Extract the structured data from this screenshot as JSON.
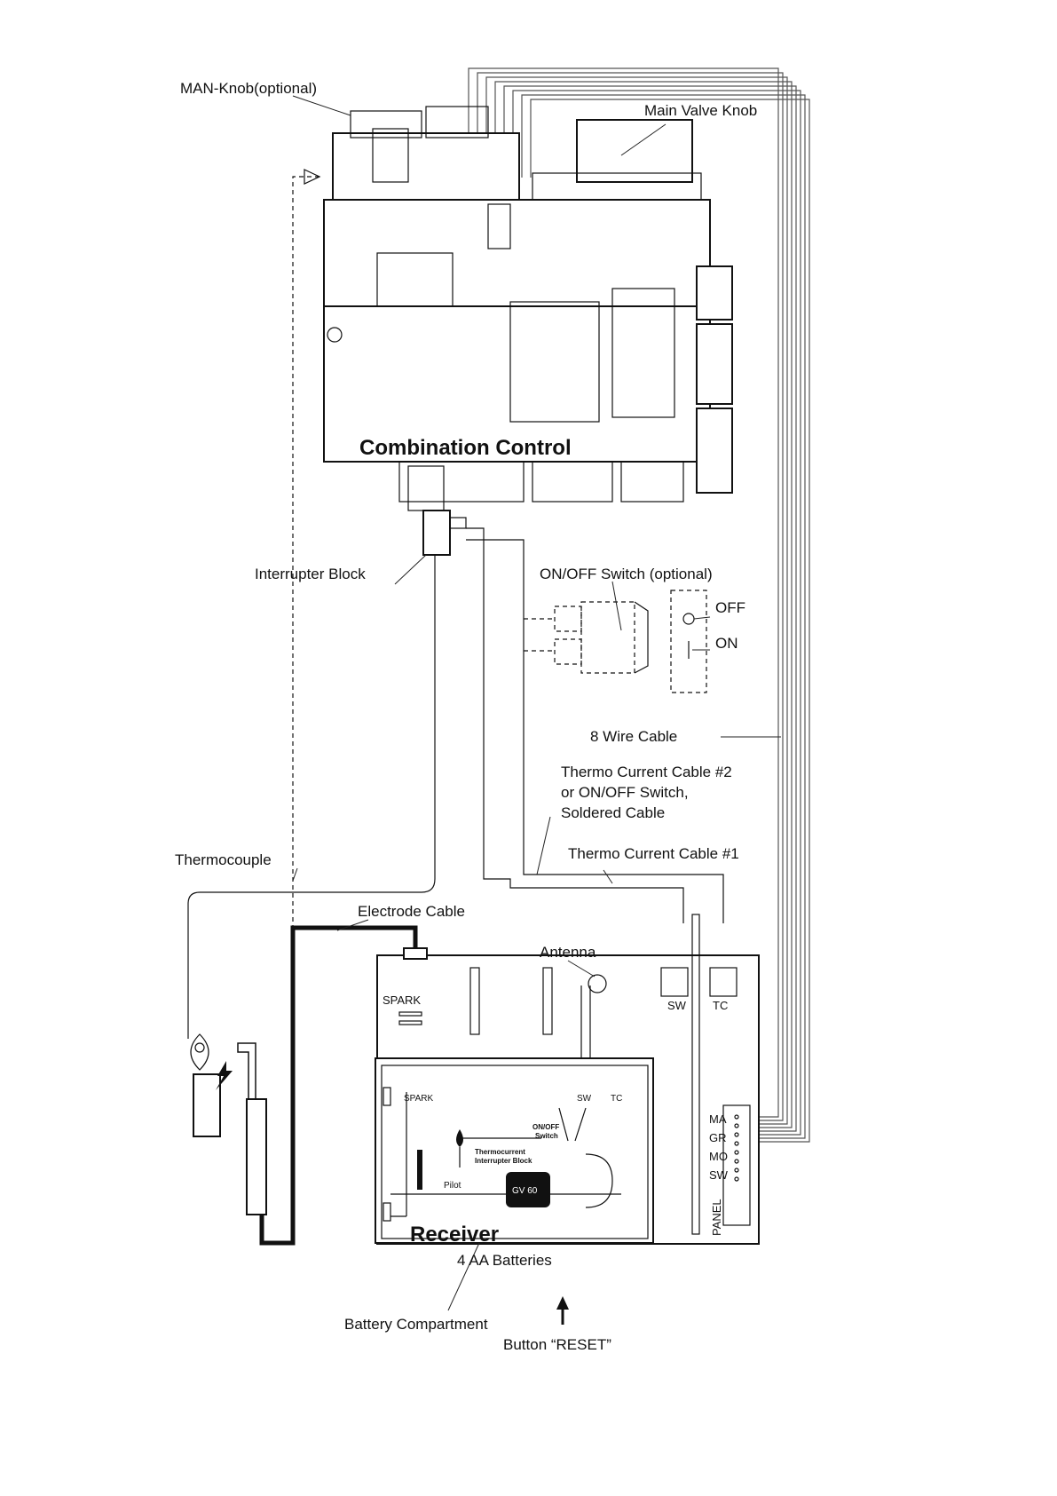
{
  "labels": {
    "man_knob": "MAN-Knob(optional)",
    "main_valve_knob": "Main Valve Knob",
    "combination_control": "Combination Control",
    "interrupter_block": "Interrupter Block",
    "on_off_switch": "ON/OFF Switch (optional)",
    "off": "OFF",
    "on": "ON",
    "eight_wire_cable": "8  Wire Cable",
    "thermo_cable_2_line1": "Thermo Current Cable #2",
    "thermo_cable_2_line2": "or ON/OFF Switch,",
    "thermo_cable_2_line3": "Soldered Cable",
    "thermo_cable_1": "Thermo Current Cable #1",
    "thermocouple": "Thermocouple",
    "electrode_cable": "Electrode Cable",
    "antenna": "Antenna",
    "spark_board": "SPARK",
    "sw_board": "SW",
    "tc_board": "TC",
    "terminal_ma": "MA",
    "terminal_gr": "GR",
    "terminal_mo": "MO",
    "terminal_sw": "SW",
    "panel": "PANEL",
    "receiver": "Receiver",
    "batteries": "4 AA Batteries",
    "battery_compartment": "Battery Compartment",
    "button_reset": "Button “RESET”",
    "inner_spark": "SPARK",
    "inner_sw": "SW",
    "inner_tc": "TC",
    "inner_switch_1": "ON/OFF",
    "inner_switch_2": "Switch",
    "inner_interrupter_1": "Thermocurrent",
    "inner_interrupter_2": "Interrupter Block",
    "pilot": "Pilot",
    "gv60": "GV 60"
  },
  "icons": [
    "pilot-flame-icon",
    "spark-bolt-icon",
    "reset-arrow-icon",
    "switch-off-symbol-icon",
    "switch-on-symbol-icon"
  ],
  "colors": {
    "line": "#111111",
    "wire": "#555555",
    "background": "#ffffff"
  }
}
